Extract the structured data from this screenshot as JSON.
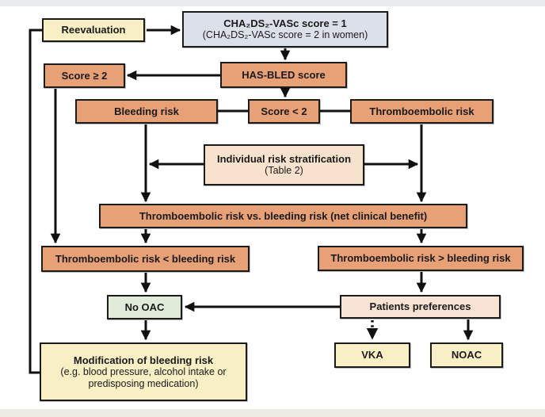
{
  "diagram": {
    "nodes": {
      "reevaluation": {
        "label": "Reevaluation"
      },
      "chadsvasc": {
        "line1": "CHA₂DS₂-VASc score = 1",
        "line2": "(CHA₂DS₂-VASc score = 2 in women)"
      },
      "score_ge_2": {
        "label": "Score ≥ 2"
      },
      "has_bled": {
        "label": "HAS-BLED score"
      },
      "bleeding_risk": {
        "label": "Bleeding risk"
      },
      "score_lt_2": {
        "label": "Score < 2"
      },
      "thromboembolic_risk": {
        "label": "Thromboembolic risk"
      },
      "individual_risk": {
        "line1": "Individual risk stratification",
        "line2": "(Table 2)"
      },
      "net_benefit": {
        "label": "Thromboembolic risk vs. bleeding risk (net clinical benefit)"
      },
      "risk_lt": {
        "label": "Thromboembolic risk < bleeding risk"
      },
      "risk_gt": {
        "label": "Thromboembolic risk > bleeding risk"
      },
      "no_oac": {
        "label": "No OAC"
      },
      "patient_pref": {
        "label": "Patients preferences"
      },
      "vka": {
        "label": "VKA"
      },
      "noac": {
        "label": "NOAC"
      },
      "modification": {
        "line1": "Modification of bleeding risk",
        "line2": "(e.g. blood pressure, alcohol intake or",
        "line3": "predisposing medication)"
      }
    },
    "colors": {
      "orange": "#e8a077",
      "cream": "#f8efc4",
      "lavender": "#dce0eb",
      "peach": "#f9e2cd",
      "pink": "#f8e2d3",
      "green": "#e1ebd9",
      "border": "#1b1b1b",
      "line": "#111111"
    }
  }
}
